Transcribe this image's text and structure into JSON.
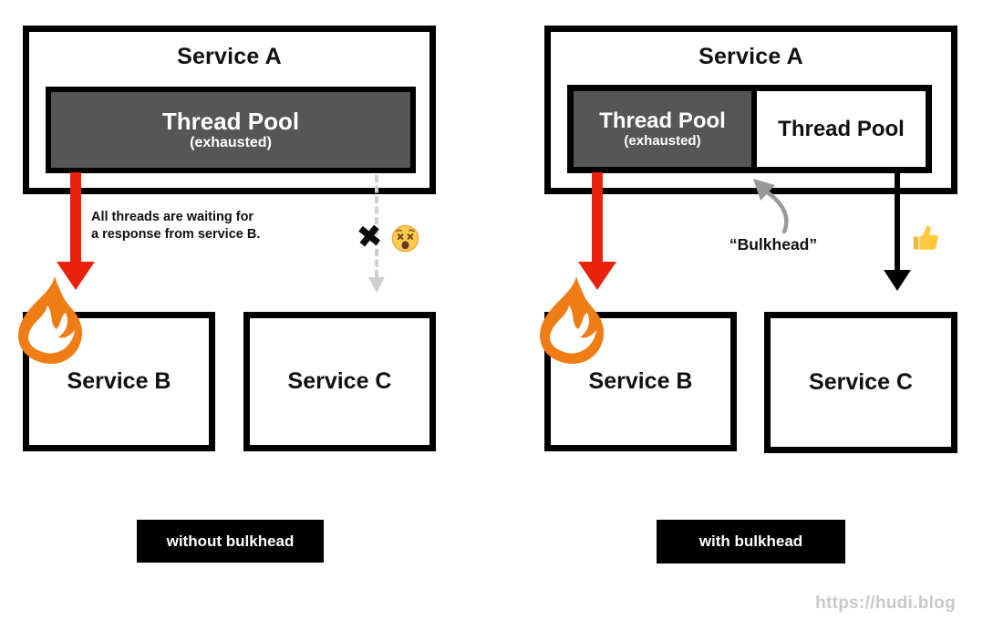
{
  "colors": {
    "arrow_red": "#e8220c",
    "flame_orange": "#ee7d16",
    "thread_pool_gray": "#565656",
    "dashed_gray": "#cfcfcf",
    "sketch_arrow_gray": "#999999",
    "watermark_gray": "#c9c9c9",
    "caption_bg": "#000000",
    "caption_text": "#ffffff"
  },
  "icons": {
    "fire": "flame-shape",
    "dizzy_face": "😵",
    "thumbs_up": "👍",
    "x_mark": "✖",
    "dashed_arrow": "gray-dashed-down-arrow",
    "sketch_arrow": "gray-curved-arrow"
  },
  "left": {
    "service_a": "Service A",
    "thread_pool": {
      "title": "Thread Pool",
      "subtitle": "(exhausted)"
    },
    "annotation_line1": "All threads are waiting for",
    "annotation_line2": "a response from service B.",
    "x_mark": "✖",
    "service_b": "Service B",
    "service_c": "Service C",
    "caption": "without bulkhead"
  },
  "right": {
    "service_a": "Service A",
    "thread_pool_exhausted": {
      "title": "Thread Pool",
      "subtitle": "(exhausted)"
    },
    "thread_pool_healthy": "Thread Pool",
    "bulkhead_label": "“Bulkhead”",
    "service_b": "Service B",
    "service_c": "Service C",
    "caption": "with bulkhead"
  },
  "watermark": "https://hudi.blog"
}
